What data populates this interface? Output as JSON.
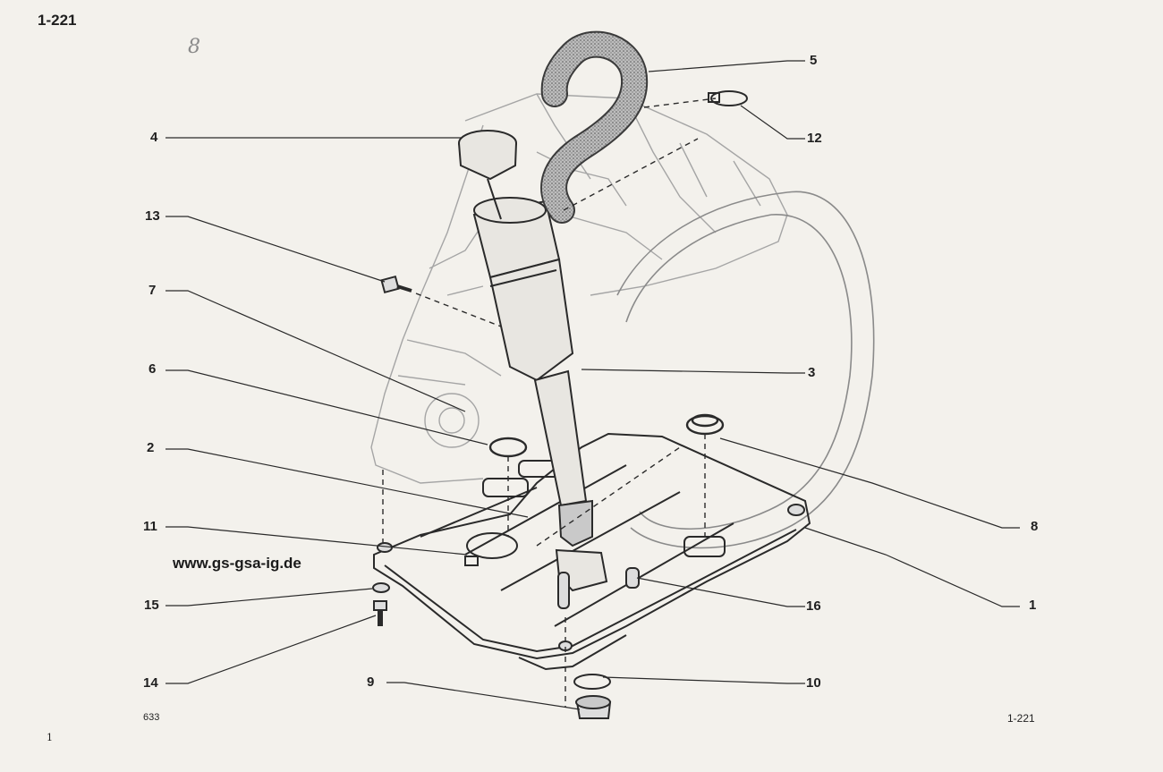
{
  "header": {
    "page_ref": "1-221",
    "pencil_mark": "8"
  },
  "watermark": {
    "url": "www.gs-gsa-ig.de"
  },
  "footer": {
    "code_left": "633",
    "page_ref_right": "1-221",
    "sheet_number": "1"
  },
  "callouts": [
    {
      "id": "1",
      "label": "1"
    },
    {
      "id": "2",
      "label": "2"
    },
    {
      "id": "3",
      "label": "3"
    },
    {
      "id": "4",
      "label": "4"
    },
    {
      "id": "5",
      "label": "5"
    },
    {
      "id": "6",
      "label": "6"
    },
    {
      "id": "7",
      "label": "7"
    },
    {
      "id": "8",
      "label": "8"
    },
    {
      "id": "9",
      "label": "9"
    },
    {
      "id": "10",
      "label": "10"
    },
    {
      "id": "11",
      "label": "11"
    },
    {
      "id": "12",
      "label": "12"
    },
    {
      "id": "13",
      "label": "13"
    },
    {
      "id": "14",
      "label": "14"
    },
    {
      "id": "15",
      "label": "15"
    },
    {
      "id": "16",
      "label": "16"
    }
  ],
  "colors": {
    "paper": "#f3f1ec",
    "ink": "#1f1f1f",
    "faint_ink": "#9a9a9a"
  }
}
